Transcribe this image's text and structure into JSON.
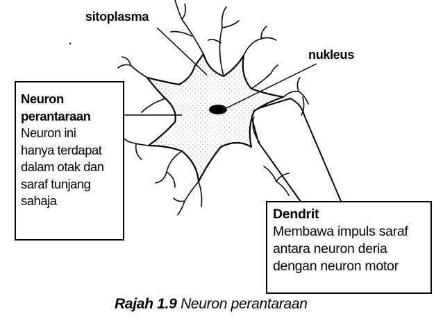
{
  "labels": {
    "cytoplasm": "sitoplasma",
    "nucleus": "nukleus"
  },
  "left_box": {
    "title": "Neuron\nperantaraan",
    "body": "Neuron ini\nhanya terdapat\ndalam otak dan\nsaraf tunjang\nsahaja"
  },
  "right_box": {
    "title": "Dendrit",
    "body": "Membawa impuls saraf\nantara neuron deria\ndengan neuron motor"
  },
  "caption": {
    "number": "Rajah 1.9",
    "text": "Neuron perantaraan"
  }
}
